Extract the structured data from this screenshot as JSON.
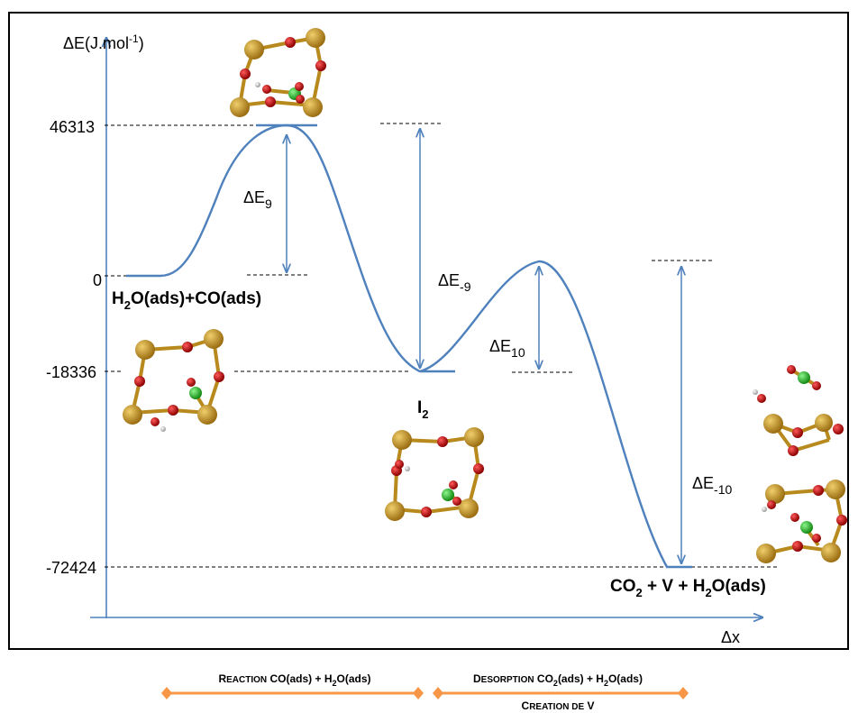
{
  "axes": {
    "y_label": "ΔE(J.mol",
    "y_label_sup": "-1",
    "y_label_close": ")",
    "x_label": "Δx",
    "ticks": [
      "46313",
      "0",
      "-18336",
      "-72424"
    ]
  },
  "states": {
    "initial_pre": "H",
    "initial_sub": "2",
    "initial_post": "O(ads)+CO(ads)",
    "intermediate": "I",
    "intermediate_sub": "2",
    "final_pre": "CO",
    "final_sub": "2",
    "final_post": " + V + H",
    "final_sub2": "2",
    "final_post2": "O(ads)"
  },
  "energy_labels": {
    "de9": "ΔE",
    "de9_sub": "9",
    "dem9": "ΔE",
    "dem9_sub": "-9",
    "de10": "ΔE",
    "de10_sub": "10",
    "dem10": "ΔE",
    "dem10_sub": "-10"
  },
  "phases": {
    "p1_a": "R",
    "p1_b": "EACTION",
    "p1_c": " CO(ads) + H",
    "p1_d": "2",
    "p1_e": "O(ads)",
    "p2_a": "D",
    "p2_b": "ESORPTION",
    "p2_c": " CO",
    "p2_d": "2",
    "p2_e": "(ads) + H",
    "p2_f": "2",
    "p2_g": "O(ads)",
    "p3_a": "C",
    "p3_b": "REATION DE",
    "p3_c": " V"
  },
  "colors": {
    "curve": "#4f81bd",
    "phase_bar": "#f79646",
    "atom_metal": "#c8961e",
    "atom_oxygen": "#c00000",
    "atom_carbon": "#1fb31f",
    "atom_hydrogen": "#d9d9d9"
  }
}
